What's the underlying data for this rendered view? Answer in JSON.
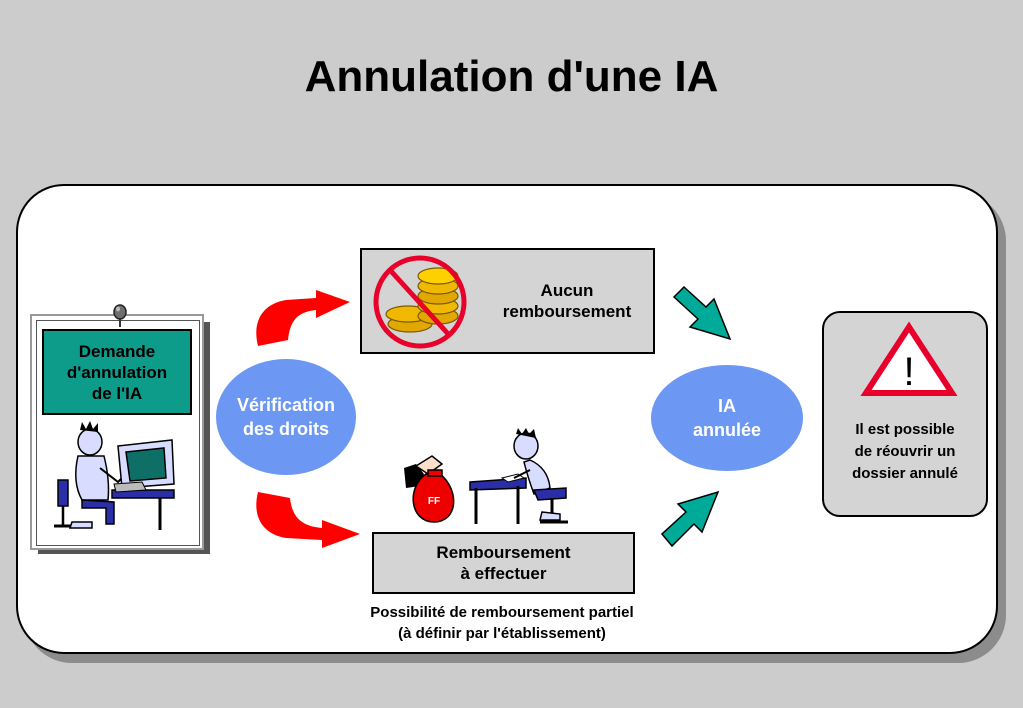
{
  "title": "Annulation d'une IA",
  "demande": {
    "label": "Demande\nd'annulation\nde l'IA"
  },
  "verification": {
    "label": "Vérification\ndes droits"
  },
  "aucun": {
    "label": "Aucun\nremboursement"
  },
  "remboursement": {
    "label": "Remboursement\nà effectuer",
    "caption": "Possibilité de remboursement partiel\n(à définir par l'établissement)"
  },
  "bag": {
    "label": "FF"
  },
  "ia_annulee": {
    "label": "IA\nannulée"
  },
  "warning": {
    "mark": "!",
    "text": "Il est  possible\nde réouvrir un\ndossier annulé"
  },
  "colors": {
    "background": "#cccccc",
    "ellipse": "#6c97f2",
    "demande_box": "#0e9c8a",
    "red_arrow": "#ff0000",
    "teal_arrow": "#00aa99",
    "warning_red": "#e8002a"
  },
  "icons": [
    "pushpin-icon",
    "computer-user-icon",
    "no-coins-icon",
    "money-bag-icon",
    "desk-worker-icon",
    "warning-triangle-icon"
  ]
}
